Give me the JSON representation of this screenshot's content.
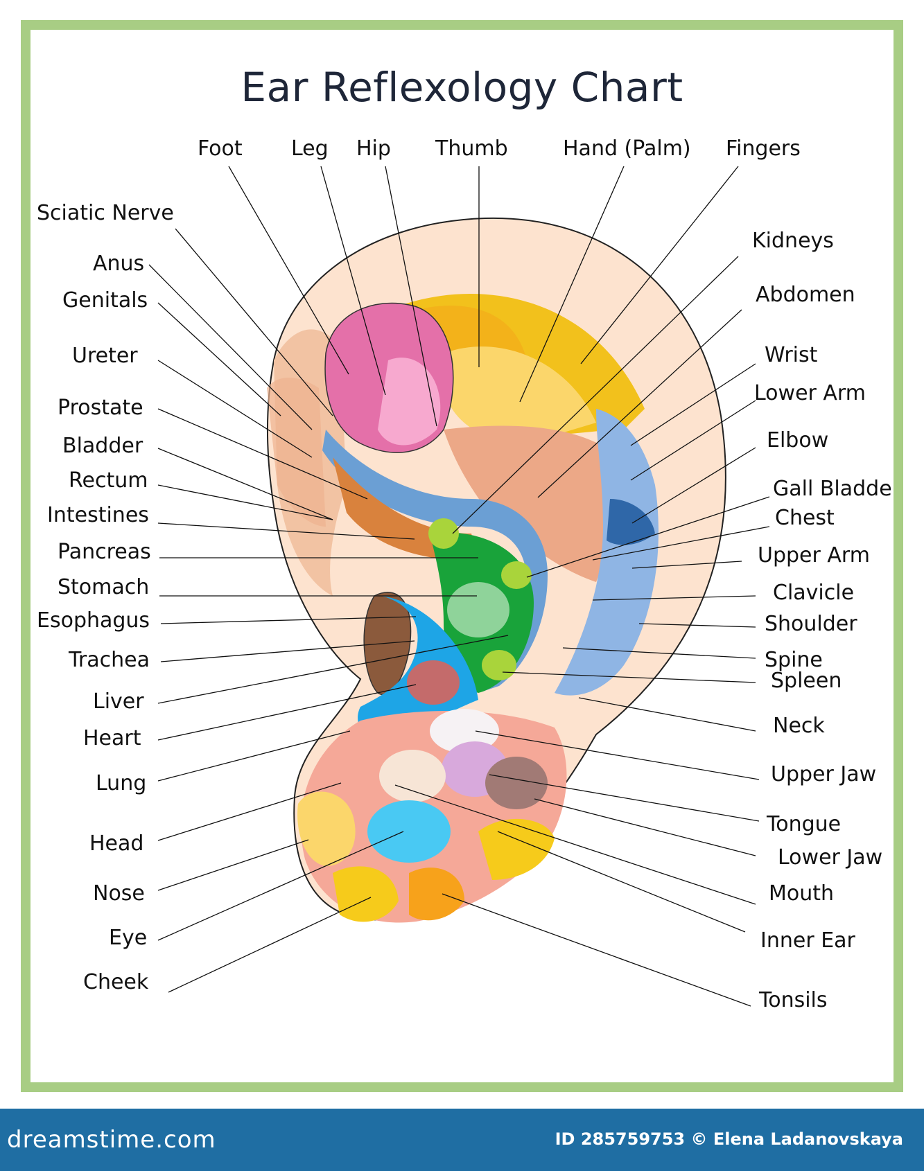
{
  "title": "Ear Reflexology Chart",
  "labels": {
    "foot": "Foot",
    "leg": "Leg",
    "hip": "Hip",
    "thumb": "Thumb",
    "hand_palm": "Hand (Palm)",
    "fingers": "Fingers",
    "sciatic_nerve": "Sciatic Nerve",
    "anus": "Anus",
    "genitals": "Genitals",
    "ureter": "Ureter",
    "prostate": "Prostate",
    "bladder": "Bladder",
    "rectum": "Rectum",
    "intestines": "Intestines",
    "pancreas": "Pancreas",
    "stomach": "Stomach",
    "esophagus": "Esophagus",
    "trachea": "Trachea",
    "liver": "Liver",
    "heart": "Heart",
    "lung": "Lung",
    "head": "Head",
    "nose": "Nose",
    "eye": "Eye",
    "cheek": "Cheek",
    "kidneys": "Kidneys",
    "abdomen": "Abdomen",
    "wrist": "Wrist",
    "lower_arm": "Lower Arm",
    "elbow": "Elbow",
    "gall_bladder": "Gall Bladde",
    "chest": "Chest",
    "upper_arm": "Upper Arm",
    "clavicle": "Clavicle",
    "shoulder": "Shoulder",
    "spine": "Spine",
    "spleen": "Spleen",
    "neck": "Neck",
    "upper_jaw": "Upper Jaw",
    "tongue": "Tongue",
    "lower_jaw": "Lower Jaw",
    "mouth": "Mouth",
    "inner_ear": "Inner Ear",
    "tonsils": "Tonsils"
  },
  "footer": {
    "brand": "dreamstime.com",
    "credit": "ID 285759753 © Elena Ladanovskaya"
  },
  "colors": {
    "frame": "#a8cd84",
    "banner": "#1f6ea3",
    "skin_light": "#fde3cf",
    "skin_mid": "#f0b895",
    "yellow": "#f2c11c",
    "pink": "#e76fa9",
    "blue": "#6b9fd4",
    "green": "#19a33a",
    "lobe": "#f5a898"
  }
}
